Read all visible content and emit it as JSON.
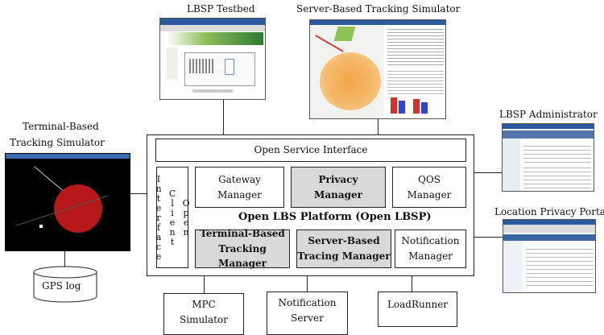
{
  "captions": {
    "testbed": "LBSP Testbed",
    "server_sim": "Server-Based Tracking Simulator",
    "terminal_sim_line1": "Terminal-Based",
    "terminal_sim_line2": "Tracking Simulator",
    "administrator": "LBSP Administrator",
    "privacy_portal": "Location Privacy Portal"
  },
  "platform": {
    "open_service_interface": "Open Service Interface",
    "open_client_interface": "Open Client Interface",
    "title": "Open LBS Platform (Open LBSP)",
    "gateway_manager": [
      "Gateway",
      "Manager"
    ],
    "privacy_manager": [
      "Privacy",
      "Manager"
    ],
    "qos_manager": [
      "QOS",
      "Manager"
    ],
    "terminal_tracking_manager": [
      "Terminal-Based",
      "Tracking Manager"
    ],
    "server_tracing_manager": [
      "Server-Based",
      "Tracing Manager"
    ],
    "notification_manager": [
      "Notification",
      "Manager"
    ]
  },
  "bottom": {
    "mpc_simulator": [
      "MPC",
      "Simulator"
    ],
    "notification_server": [
      "Notification",
      "Server"
    ],
    "loadrunner": "LoadRunner"
  },
  "gps_log": "GPS log"
}
